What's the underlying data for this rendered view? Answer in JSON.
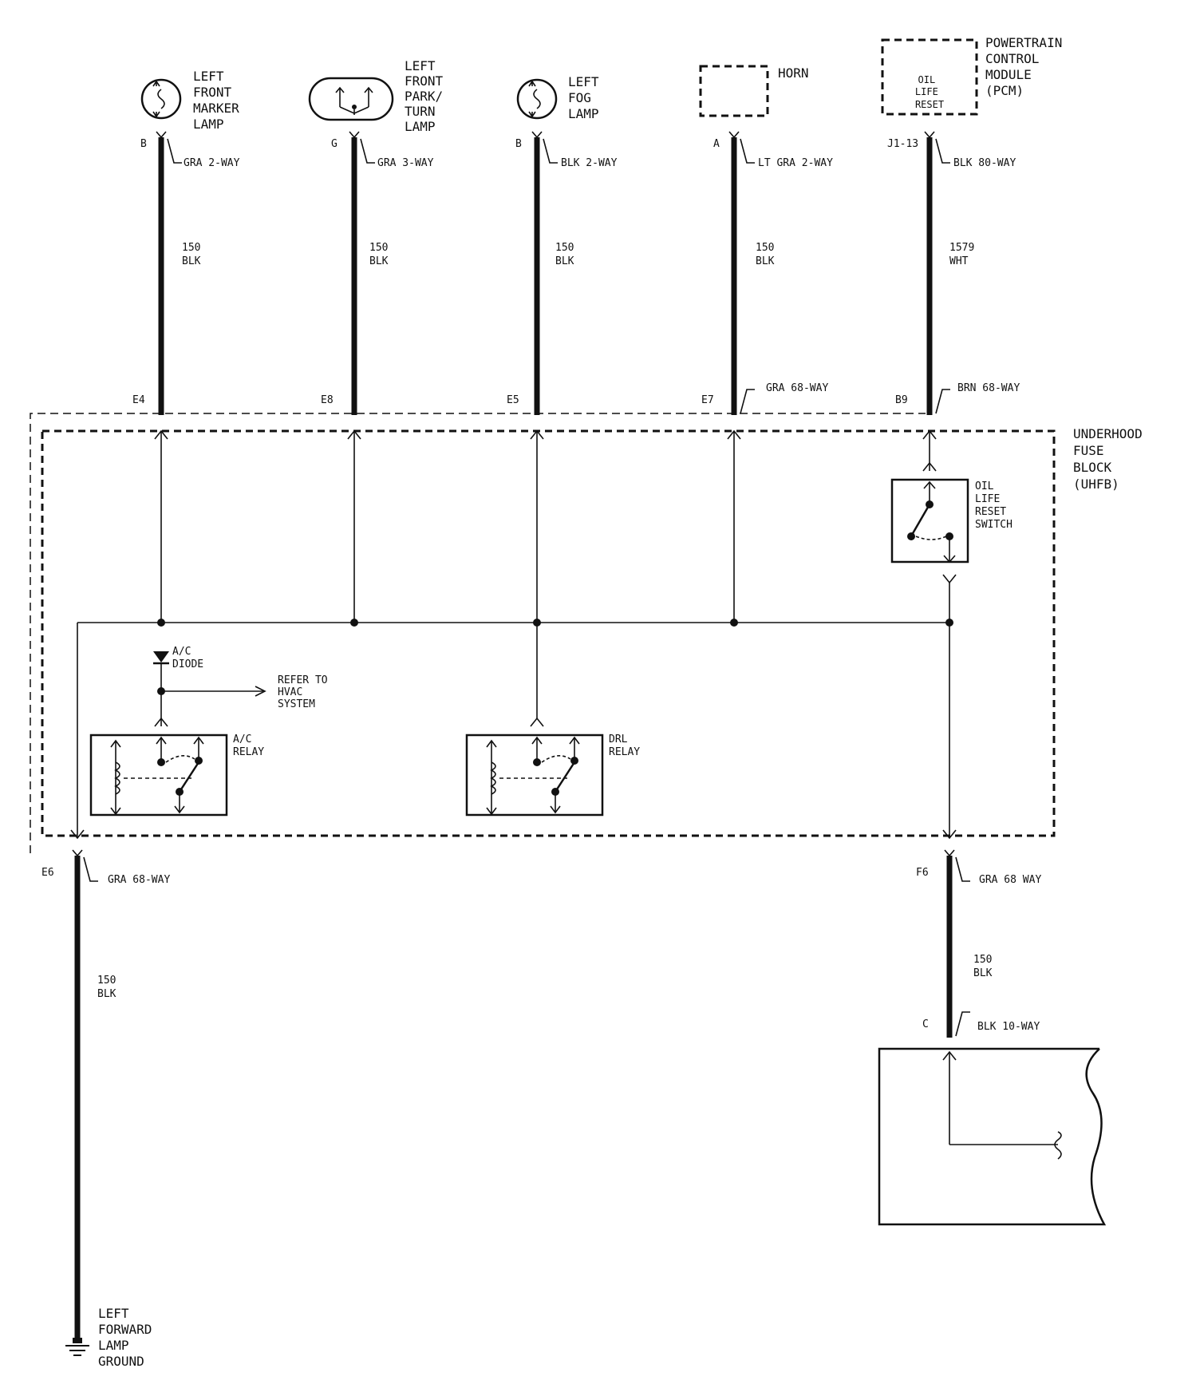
{
  "components": {
    "marker_lamp": [
      "LEFT",
      "FRONT",
      "MARKER",
      "LAMP"
    ],
    "park_turn_lamp": [
      "LEFT",
      "FRONT",
      "PARK/",
      "TURN",
      "LAMP"
    ],
    "fog_lamp": [
      "LEFT",
      "FOG",
      "LAMP"
    ],
    "horn": "HORN",
    "pcm": [
      "POWERTRAIN",
      "CONTROL",
      "MODULE",
      "(PCM)"
    ],
    "pcm_inner": [
      "OIL",
      "LIFE",
      "RESET"
    ],
    "uhfb": [
      "UNDERHOOD",
      "FUSE",
      "BLOCK",
      "(UHFB)"
    ],
    "oil_switch": [
      "OIL",
      "LIFE",
      "RESET",
      "SWITCH"
    ],
    "ac_diode": [
      "A/C",
      "DIODE"
    ],
    "hvac_ref": [
      "REFER TO",
      "HVAC",
      "SYSTEM"
    ],
    "ac_relay": [
      "A/C",
      "RELAY"
    ],
    "drl_relay": [
      "DRL",
      "RELAY"
    ],
    "ground": [
      "LEFT",
      "FORWARD",
      "LAMP",
      "GROUND"
    ]
  },
  "top_wires": [
    {
      "pin": "B",
      "connector": "GRA 2-WAY",
      "circuit": "150",
      "color": "BLK",
      "block_pin": "E4"
    },
    {
      "pin": "G",
      "connector": "GRA 3-WAY",
      "circuit": "150",
      "color": "BLK",
      "block_pin": "E8"
    },
    {
      "pin": "B",
      "connector": "BLK 2-WAY",
      "circuit": "150",
      "color": "BLK",
      "block_pin": "E5"
    },
    {
      "pin": "A",
      "connector": "LT GRA 2-WAY",
      "circuit": "150",
      "color": "BLK",
      "block_pin": "E7",
      "block_connector": "GRA 68-WAY"
    },
    {
      "pin": "J1-13",
      "connector": "BLK 80-WAY",
      "circuit": "1579",
      "color": "WHT",
      "block_pin": "B9",
      "block_connector": "BRN 68-WAY"
    }
  ],
  "bottom_left_wire": {
    "pin": "E6",
    "connector": "GRA 68-WAY",
    "circuit": "150",
    "color": "BLK"
  },
  "bottom_right_wire": {
    "pin": "F6",
    "connector": "GRA 68 WAY",
    "circuit": "150",
    "color": "BLK",
    "end_pin": "C",
    "end_connector": "BLK 10-WAY"
  }
}
